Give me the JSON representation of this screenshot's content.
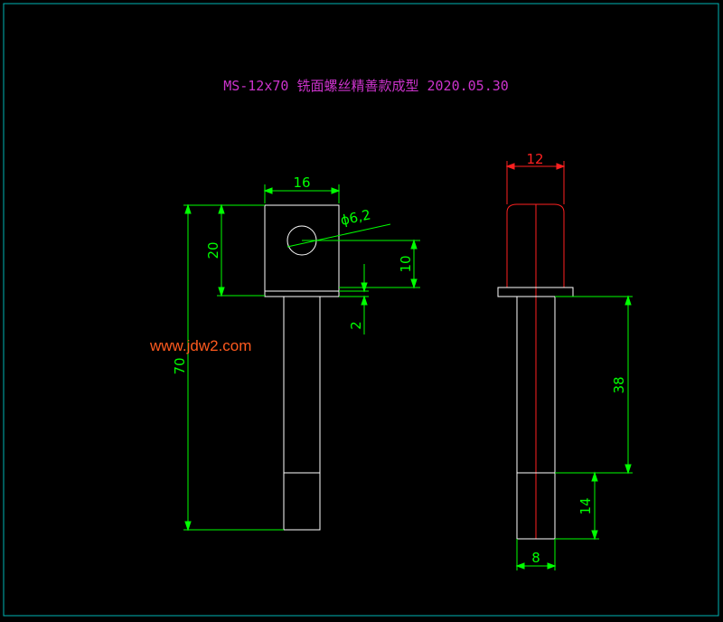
{
  "title": "MS-12x70  铣面螺丝精善款成型 2020.05.30",
  "watermark": "www.jdw2.com",
  "front_view": {
    "dim_top_width": "16",
    "dim_hole_diameter": "ϕ6,2",
    "dim_head_height": "20",
    "dim_hole_center": "10",
    "dim_shoulder": "2",
    "dim_total_length": "70"
  },
  "side_view": {
    "dim_head_width": "12",
    "dim_shank_length": "38",
    "dim_tip_length": "14",
    "dim_tip_width": "8"
  },
  "colors": {
    "background": "#000000",
    "frame": "#00b4b4",
    "title": "#cc33cc",
    "outline": "#ffffff",
    "dimension": "#00ff00",
    "hidden_red": "#ff2020",
    "watermark": "#ff5a1e"
  }
}
